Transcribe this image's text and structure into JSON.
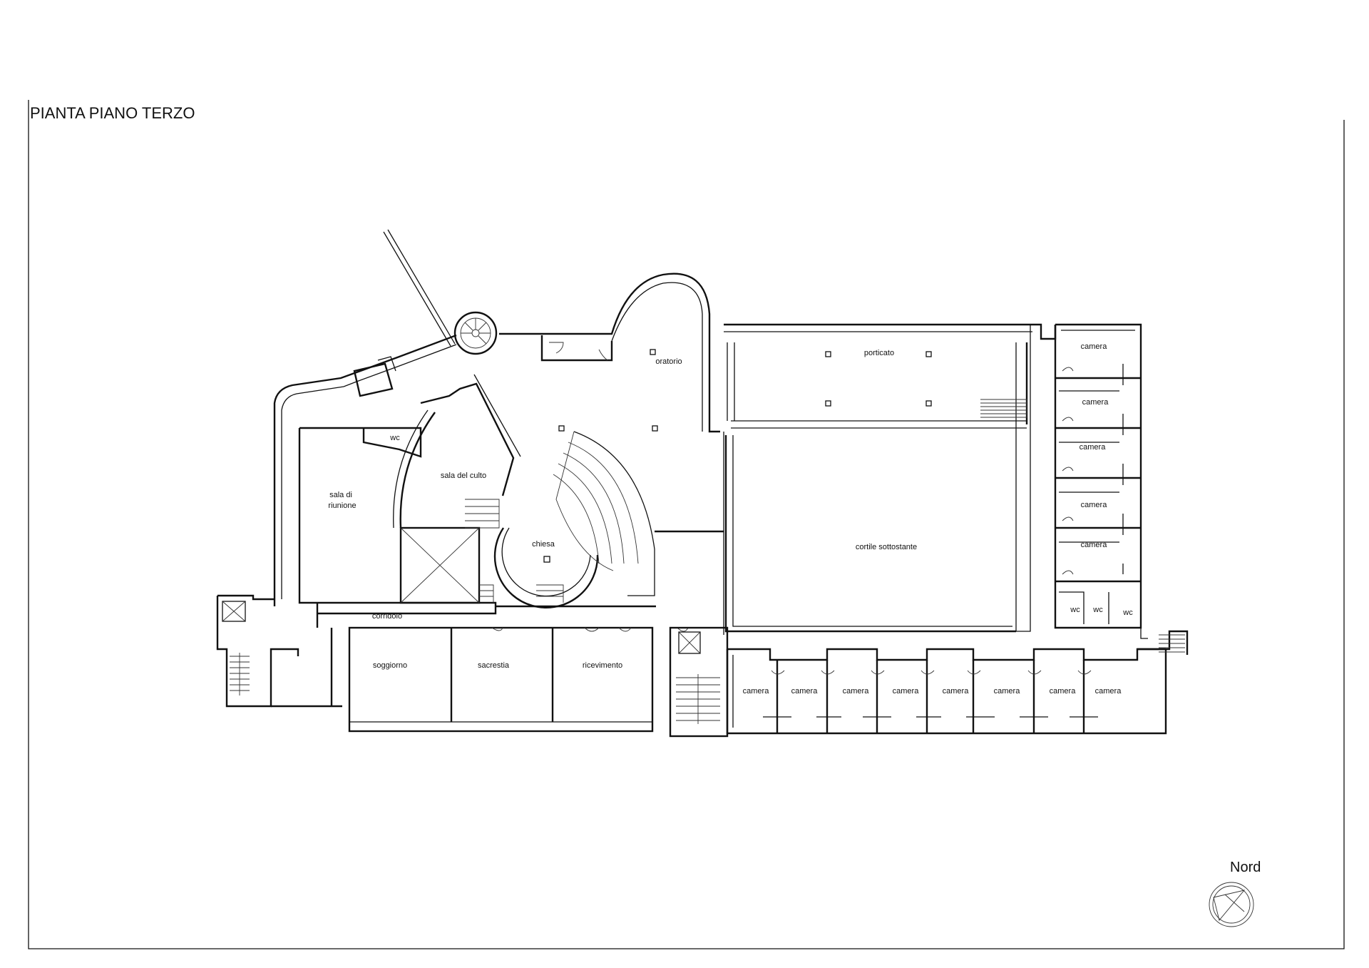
{
  "sheet": {
    "title": "PIANTA PIANO TERZO",
    "north_label": "Nord"
  },
  "rooms": {
    "oratorio": "oratorio",
    "porticato": "porticato",
    "sala_del_culto": "sala del culto",
    "sala_di_riunione_1": "sala di",
    "sala_di_riunione_2": "riunione",
    "chiesa": "chiesa",
    "cortile": "cortile sottostante",
    "corridoio": "corridoio",
    "soggiorno": "soggiorno",
    "sacrestia": "sacrestia",
    "ricevimento": "ricevimento",
    "wc": "wc",
    "camera": "camera"
  },
  "icons": {
    "north_arrow": "north-arrow-icon",
    "stairs": "stairs-icon",
    "lift": "lift-shaft-icon"
  },
  "colors": {
    "line": "#111111",
    "background": "#ffffff"
  }
}
